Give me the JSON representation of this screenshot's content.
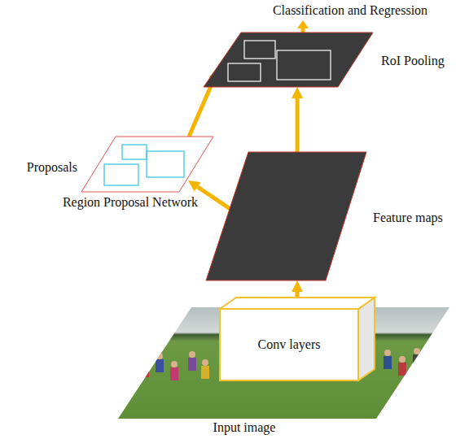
{
  "diagram": {
    "nodes": [
      {
        "text": [
          "RoI Pooling"
        ]
      },
      {
        "text": [
          "Proposals",
          "Region Proposal Network"
        ]
      },
      {
        "text": [
          "Feature maps"
        ]
      },
      {
        "text": [
          "Conv layers"
        ]
      },
      {
        "text": [
          "Input image"
        ]
      }
    ],
    "edges": [
      {
        "from": 2,
        "to": 0,
        "arrow": "to"
      },
      {
        "from": 2,
        "to": 1,
        "arrow": "to"
      },
      {
        "from": 1,
        "to": 0,
        "arrow": "to"
      },
      {
        "from": 3,
        "to": 2,
        "arrow": "to"
      }
    ],
    "labels": [
      "Classification and Regression"
    ]
  }
}
